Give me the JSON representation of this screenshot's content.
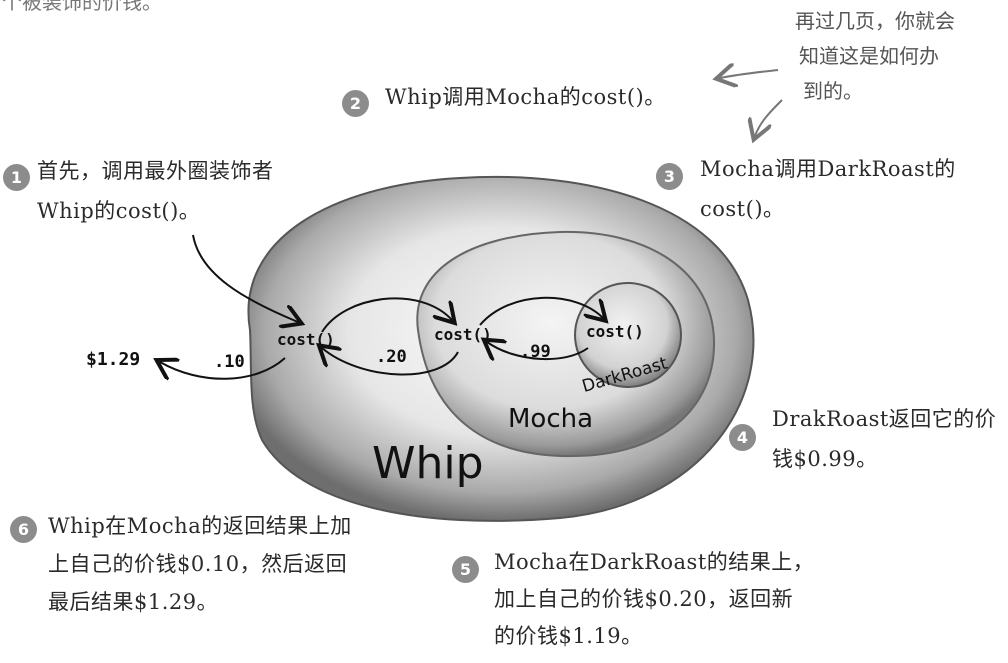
{
  "header_fragment": "个被装饰的价钱。",
  "aside_note": {
    "lines": [
      "再过几页，你就会",
      "知道这是如何办",
      "到的。"
    ]
  },
  "steps": [
    {
      "number": "1",
      "lines": [
        "首先，调用最外圈装饰者",
        "Whip的cost()。"
      ]
    },
    {
      "number": "2",
      "lines": [
        "Whip调用Mocha的cost()。"
      ]
    },
    {
      "number": "3",
      "lines": [
        "Mocha调用DarkRoast的",
        "cost()。"
      ]
    },
    {
      "number": "4",
      "lines": [
        "DrakRoast返回它的价",
        "钱$0.99。"
      ]
    },
    {
      "number": "5",
      "lines": [
        "Mocha在DarkRoast的结果上，",
        "加上自己的价钱$0.20，返回新",
        "的价钱$1.19。"
      ]
    },
    {
      "number": "6",
      "lines": [
        "Whip在Mocha的返回结果上加",
        "上自己的价钱$0.10，然后返回",
        "最后结果$1.29。"
      ]
    }
  ],
  "diagram": {
    "outer_label": "Whip",
    "middle_label": "Mocha",
    "inner_label": "DarkRoast",
    "method_labels": [
      "cost()",
      "cost()",
      "cost()"
    ],
    "return_values": [
      ".99",
      ".20",
      ".10"
    ],
    "final_total": "$1.29"
  },
  "colors": {
    "step_badge": "#8c8c8c",
    "ink": "#111111"
  }
}
